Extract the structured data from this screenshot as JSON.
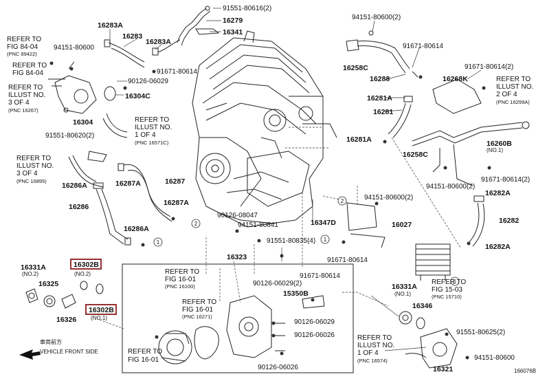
{
  "labels": {
    "p1": "91551-80616(2)",
    "p2": "16279",
    "p3": "16341",
    "p4": "16283A",
    "p5": "16283",
    "p6": "16283A",
    "p7": "94151-80600(2)",
    "p8": "91671-80614",
    "p9": "16258C",
    "p10": "16288",
    "p11": "91671-80614(2)",
    "p12": "16268K",
    "p13": "16281A",
    "p14": "16281",
    "p15": "94151-80600",
    "p16": "16304",
    "p17": "90126-06029",
    "p18": "16304C",
    "p19": "91671-80614",
    "p20": "91551-80620(2)",
    "p21": "16281A",
    "p22": "16258C",
    "p23": "16260B",
    "p24": "(NO.1)",
    "p25": "16287",
    "p26": "16287A",
    "p27": "16286A",
    "p28": "16287A",
    "p29": "16286",
    "p30": "16286A",
    "p31": "94151-80600(2)",
    "p32": "91671-80614(2)",
    "p33": "16282A",
    "p34": "94151-80600(2)",
    "p35": "90126-08047",
    "p36": "94151-80841",
    "p37": "16347D",
    "p38": "16027",
    "p39": "16282",
    "p40": "91551-80835(4)",
    "p41": "16282A",
    "p42": "16323",
    "p43": "91671-80614",
    "p44": "16331A",
    "p45": "(NO.2)",
    "p46": "16302B",
    "p47": "(NO.2)",
    "p48": "16325",
    "p49": "16302B",
    "p50": "(NO.1)",
    "p51": "16326",
    "p52": "90126-06029(2)",
    "p53": "91671-80614",
    "p54": "15350B",
    "p55": "90126-06029",
    "p56": "90126-06026",
    "p57": "90126-06026",
    "p58": "16331A",
    "p59": "(NO.1)",
    "p60": "16346",
    "p61": "91551-80625(2)",
    "p62": "94151-80600",
    "p63": "16321",
    "p64": "166076B"
  },
  "refs": {
    "r1": [
      "REFER TO",
      "FIG 84-04",
      "(PNC 89422)"
    ],
    "r2": [
      "REFER TO",
      "FIG 84-04"
    ],
    "r3": [
      "REFER TO",
      "ILLUST NO.",
      "3 OF 4",
      "(PNC 16267)"
    ],
    "r4": [
      "REFER TO",
      "ILLUST NO.",
      "1 OF 4",
      "(PNC 16571C)"
    ],
    "r5": [
      "REFER TO",
      "ILLUST NO.",
      "3 OF 4",
      "(PNC 16895)"
    ],
    "r6": [
      "REFER TO",
      "ILLUST NO.",
      "2 OF 4",
      "(PNC 16299A)"
    ],
    "r7": [
      "REFER TO",
      "FIG 16-01",
      "(PNC 16100)"
    ],
    "r8": [
      "REFER TO",
      "FIG 16-01",
      "(PNC 16271)"
    ],
    "r9": [
      "REFER TO",
      "FIG 15-03",
      "(PNC 15710)"
    ],
    "r10": [
      "REFER TO",
      "ILLUST NO.",
      "1 OF 4",
      "(PNC 16574)"
    ],
    "r11": [
      "REFER TO",
      "FIG 16-01"
    ]
  },
  "front": {
    "jp": "車両前方",
    "en": "VEHICLE FRONT SIDE"
  },
  "markers": [
    "1",
    "2",
    "1",
    "2",
    "1"
  ]
}
